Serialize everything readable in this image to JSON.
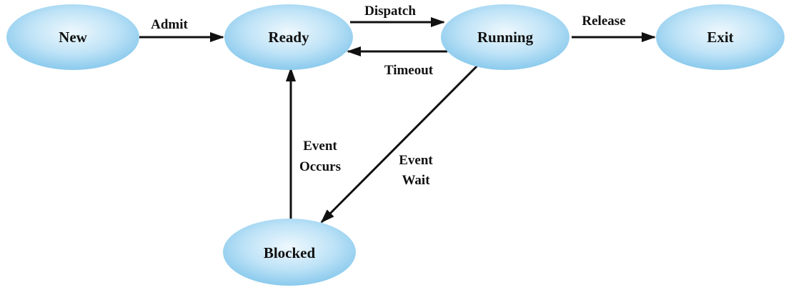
{
  "diagram": {
    "type": "state-transition",
    "colors": {
      "node_fill_center": "#e6f4fc",
      "node_fill_edge": "#8ccbee",
      "line": "#111111",
      "text": "#111111"
    },
    "states": {
      "new": "New",
      "ready": "Ready",
      "running": "Running",
      "exit": "Exit",
      "blocked": "Blocked"
    },
    "transitions": {
      "admit": "Admit",
      "dispatch": "Dispatch",
      "timeout": "Timeout",
      "release": "Release",
      "event_occurs_1": "Event",
      "event_occurs_2": "Occurs",
      "event_wait_1": "Event",
      "event_wait_2": "Wait"
    },
    "edges": [
      {
        "from": "New",
        "to": "Ready",
        "label": "Admit"
      },
      {
        "from": "Ready",
        "to": "Running",
        "label": "Dispatch"
      },
      {
        "from": "Running",
        "to": "Ready",
        "label": "Timeout"
      },
      {
        "from": "Running",
        "to": "Exit",
        "label": "Release"
      },
      {
        "from": "Running",
        "to": "Blocked",
        "label": "Event Wait"
      },
      {
        "from": "Blocked",
        "to": "Ready",
        "label": "Event Occurs"
      }
    ]
  }
}
